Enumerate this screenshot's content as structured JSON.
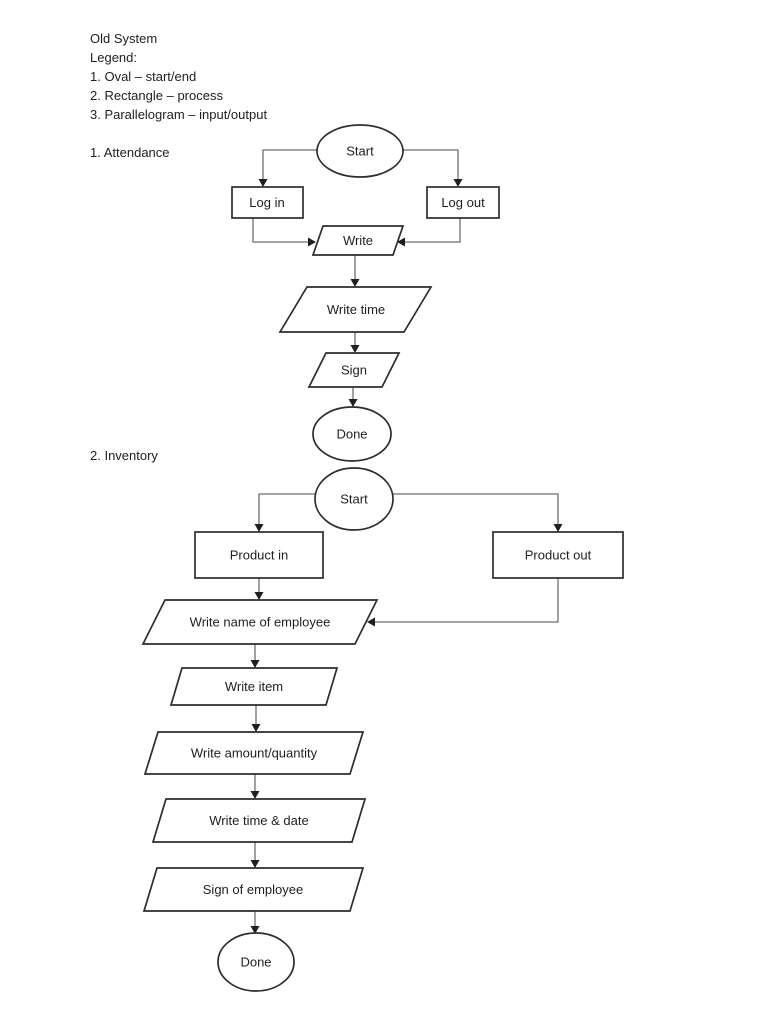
{
  "header": {
    "title": "Old System",
    "legend_title": "Legend:",
    "legend_items": [
      "1. Oval – start/end",
      "2. Rectangle – process",
      "3. Parallelogram – input/output"
    ]
  },
  "attendance": {
    "label": "1. Attendance",
    "nodes": {
      "start": "Start",
      "login": "Log in",
      "logout": "Log out",
      "write": "Write",
      "write_time": "Write time",
      "sign": "Sign",
      "done": "Done"
    }
  },
  "inventory": {
    "label": "2. Inventory",
    "nodes": {
      "start": "Start",
      "product_in": "Product in",
      "product_out": "Product out",
      "write_name": "Write name of employee",
      "write_item": "Write item",
      "write_amount": "Write amount/quantity",
      "write_time_date": "Write time & date",
      "sign_employee": "Sign of employee",
      "done": "Done"
    }
  },
  "colors": {
    "shape_border": "#2d2d2d",
    "connector": "#6e6e6e",
    "text": "#1f1f1f",
    "background": "#ffffff"
  }
}
